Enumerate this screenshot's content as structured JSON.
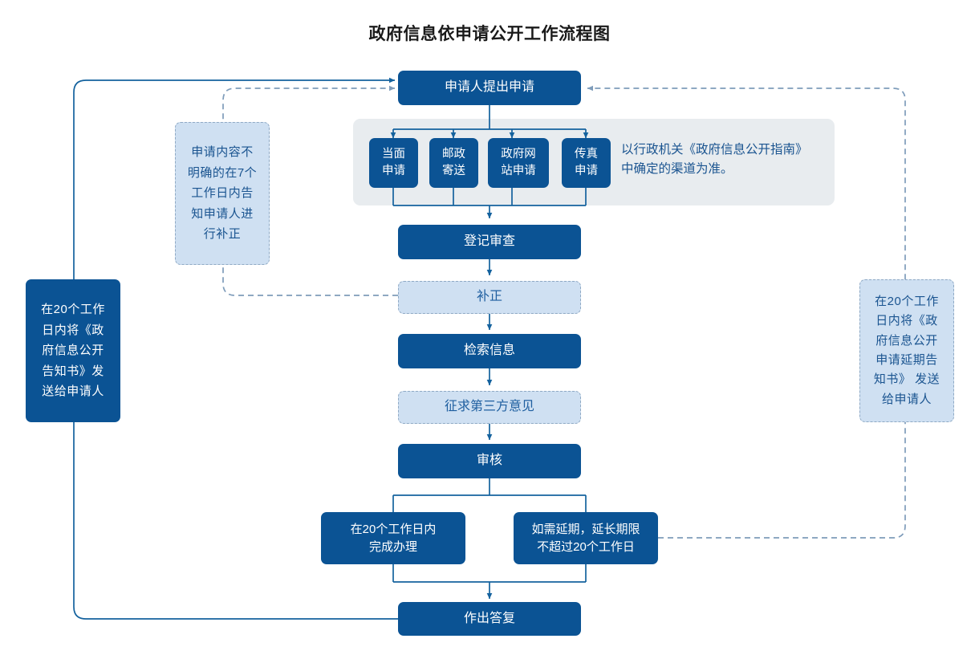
{
  "title": "政府信息依申请公开工作流程图",
  "colors": {
    "dark_blue": "#0b5394",
    "light_blue": "#cfe0f2",
    "panel_gray": "#e8ecef",
    "text_blue": "#1a5490",
    "line_blue": "#14629e",
    "dashed_blue": "#8fa9c4"
  },
  "nodes": {
    "start": "申请人提出申请",
    "channels": [
      "当面\n申请",
      "邮政\n寄送",
      "政府网\n站申请",
      "传真\n申请"
    ],
    "channel_note": "以行政机关《政府信息公开指南》\n中确定的渠道为准。",
    "register": "登记审查",
    "supplement": "补正",
    "search": "检索信息",
    "third_party": "征求第三方意见",
    "review": "审核",
    "complete_20_days": "在20个工作日内\n完成办理",
    "extension": "如需延期，延长期限\n不超过20个工作日",
    "reply": "作出答复"
  },
  "notes": {
    "left_light": "申请内容不\n明确的在7个\n工作日内告\n知申请人进\n行补正",
    "left_dark": "在20个工作\n日内将《政\n府信息公开\n告知书》发\n送给申请人",
    "right_light": "在20个工作\n日内将《政\n府信息公开\n申请延期告\n知书》 发送\n给申请人"
  }
}
